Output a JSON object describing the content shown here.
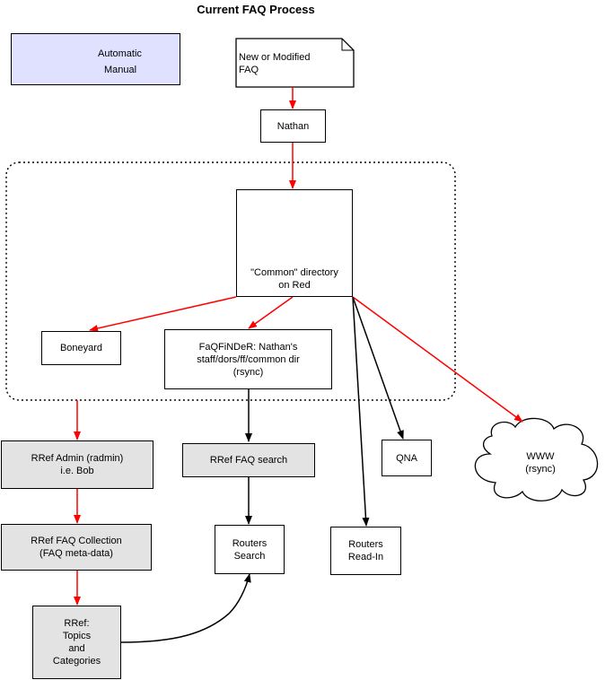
{
  "title": "Current FAQ Process",
  "legend": {
    "automatic": "Automatic",
    "manual": "Manual",
    "automatic_color": "#000000",
    "manual_color": "#ff0000"
  },
  "nodes": {
    "new_faq": "New or Modified\nFAQ",
    "nathan": "Nathan",
    "common_dir": "\"Common\" directory\non Red",
    "boneyard": "Boneyard",
    "faqfinder": "FaQFiNDeR: Nathan's\nstaff/dors/ff/common dir\n(rsync)",
    "rref_admin": "RRef Admin (radmin)\ni.e. Bob",
    "rref_search": "RRef FAQ search",
    "qna": "QNA",
    "www": "WWW\n(rsync)",
    "rref_collection": "RRef FAQ Collection\n(FAQ meta-data)",
    "routers_search": "Routers\nSearch",
    "routers_readin": "Routers\nRead-In",
    "rref_topics": "RRef:\nTopics\nand\nCategories"
  },
  "colors": {
    "legend_bg": "#e0e0ff",
    "grey_box": "#e3e3e3"
  }
}
